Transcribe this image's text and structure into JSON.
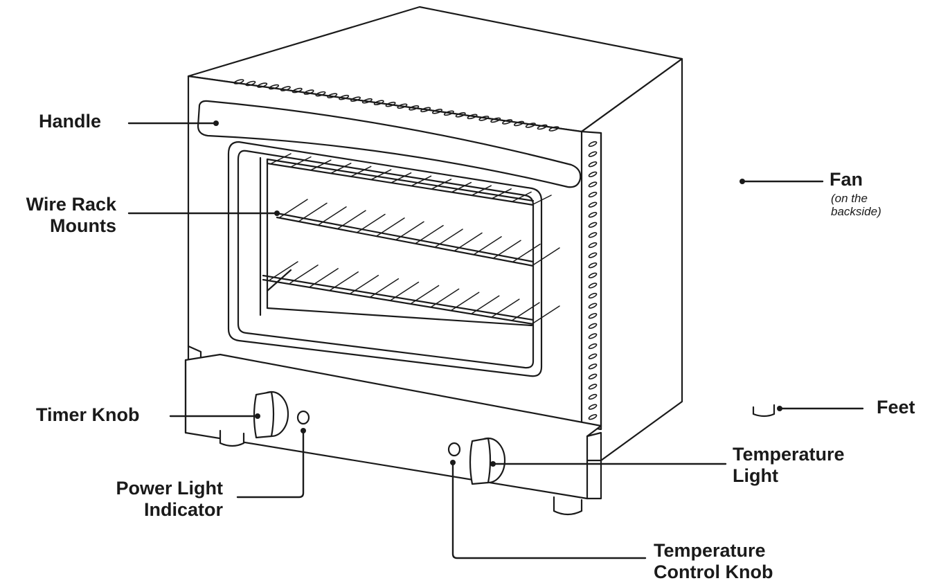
{
  "labels": {
    "handle": "Handle",
    "wire_rack_line1": "Wire Rack",
    "wire_rack_line2": "Mounts",
    "fan": "Fan",
    "fan_note_line1": "(on the",
    "fan_note_line2": "backside)",
    "timer_knob": "Timer Knob",
    "feet": "Feet",
    "power_light_line1": "Power Light",
    "power_light_line2": "Indicator",
    "temp_light_line1": "Temperature",
    "temp_light_line2": "Light",
    "temp_control_line1": "Temperature",
    "temp_control_line2": "Control Knob"
  },
  "colors": {
    "ink": "#1a1a1a",
    "background": "#ffffff"
  }
}
